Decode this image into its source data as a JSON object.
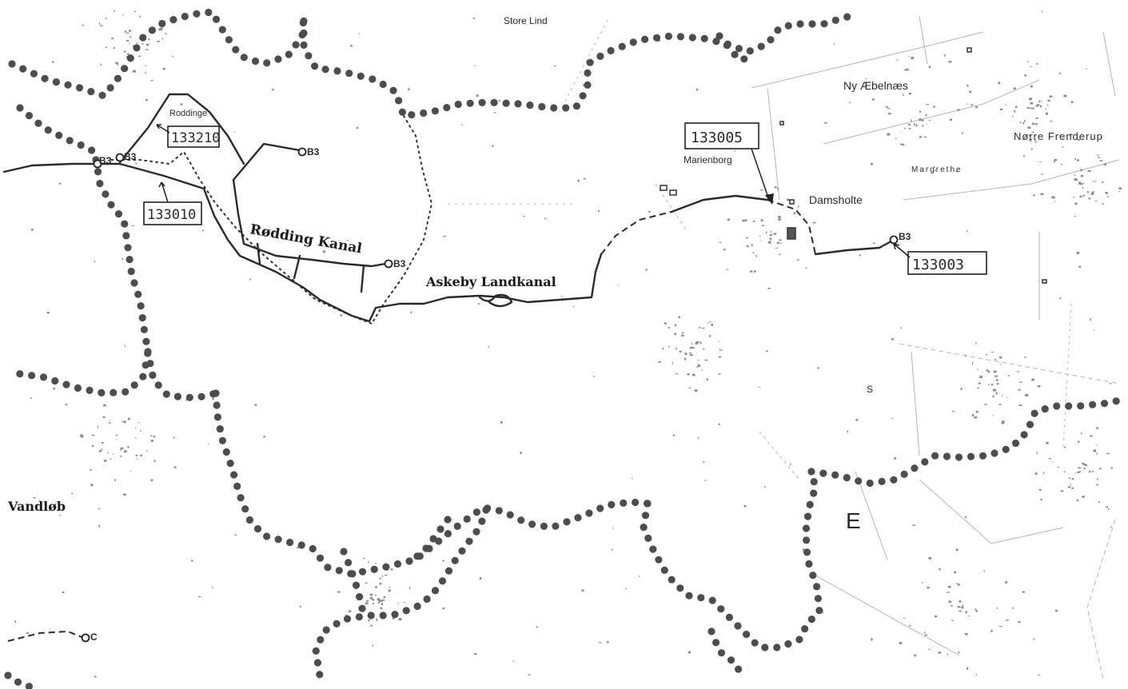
{
  "map": {
    "colors": {
      "ink": "#222222",
      "boundary_dots": "#4d4d4d",
      "background": "#ffffff",
      "faint": "#9a9a9a"
    },
    "labels": {
      "store_lind": "Store Lind",
      "roddinge": "Roddinge",
      "ny_aebelnaes": "Ny Æbelnæs",
      "norre_frenderup": "Nørre Frenderup",
      "marienborg": "Marienborg",
      "damsholte": "Damsholte",
      "margrethe": "Margrethe",
      "rodding_kanal": "Rødding Kanal",
      "askeby_landkanal": "Askeby Landkanal",
      "vandlob": "Vandløb"
    },
    "codes": {
      "b3_west_1": "B3",
      "b3_west_2": "B3",
      "b3_upper": "B3",
      "b3_kanal": "B3",
      "b3_east": "B3",
      "c_south": "C"
    },
    "boxed_ids": {
      "id_133210": "133210",
      "id_133010": "133010",
      "id_133005": "133005",
      "id_133003": "133003"
    },
    "symbols": {
      "letter_e": "E",
      "letter_s": "S"
    }
  }
}
